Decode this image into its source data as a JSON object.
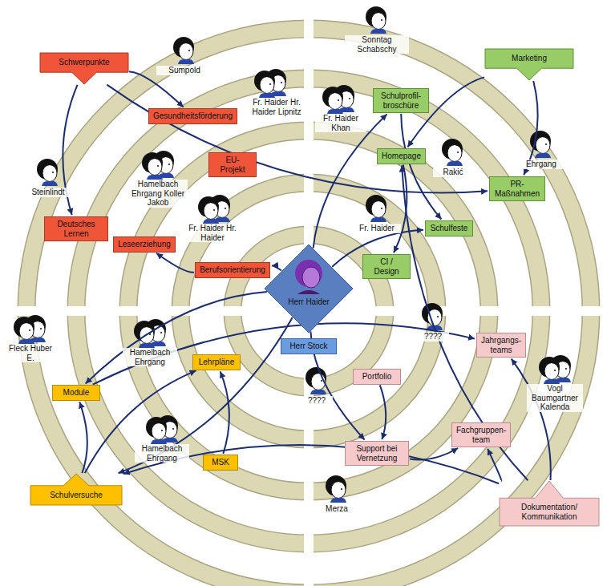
{
  "diagram": {
    "nodes": [
      {
        "text": [
          "Schwerpunkte"
        ]
      },
      {
        "text": [
          "Gesundheitsförderung"
        ]
      },
      {
        "text": [
          "EU-Projekt"
        ]
      },
      {
        "text": [
          "Deutsches Lernen"
        ]
      },
      {
        "text": [
          "Leseerziehung"
        ]
      },
      {
        "text": [
          "Berufsorientierung"
        ]
      },
      {
        "text": [
          "Marketing"
        ]
      },
      {
        "text": [
          "Schulprofil-broschüre"
        ]
      },
      {
        "text": [
          "Homepage"
        ]
      },
      {
        "text": [
          "PR-Maßnahmen"
        ]
      },
      {
        "text": [
          "Schulfeste"
        ]
      },
      {
        "text": [
          "CI / Design"
        ]
      },
      {
        "text": [
          "Herr Haider"
        ]
      },
      {
        "text": [
          "Herr Stock"
        ]
      },
      {
        "text": [
          "Module"
        ]
      },
      {
        "text": [
          "Lehrpläne"
        ]
      },
      {
        "text": [
          "MSK"
        ]
      },
      {
        "text": [
          "Schulversuche"
        ]
      },
      {
        "text": [
          "Portfolio"
        ]
      },
      {
        "text": [
          "Jahrgangs-teams"
        ]
      },
      {
        "text": [
          "Support bei Vernetzung"
        ]
      },
      {
        "text": [
          "Fachgruppen-team"
        ]
      },
      {
        "text": [
          "Dokumentation/ Kommunikation"
        ]
      }
    ],
    "edges": [
      {
        "from": 0,
        "to": 3,
        "arrow": "to"
      },
      {
        "from": 0,
        "to": 1,
        "arrow": "to"
      },
      {
        "from": 0,
        "to": 9,
        "arrow": "to"
      },
      {
        "from": 5,
        "to": 4,
        "arrow": "to"
      },
      {
        "from": 12,
        "to": 5,
        "arrow": "to"
      },
      {
        "from": 12,
        "to": 7,
        "arrow": "to"
      },
      {
        "from": 12,
        "to": 14,
        "arrow": "to"
      },
      {
        "from": 12,
        "to": 17,
        "arrow": "to"
      },
      {
        "from": 12,
        "to": 20,
        "arrow": "to"
      },
      {
        "from": 12,
        "to": 10,
        "arrow": "to"
      },
      {
        "from": 6,
        "to": 8,
        "arrow": "to"
      },
      {
        "from": 6,
        "to": 9,
        "arrow": "to"
      },
      {
        "from": 7,
        "to": 10,
        "arrow": "to"
      },
      {
        "from": 8,
        "to": 11,
        "arrow": "to"
      },
      {
        "from": 22,
        "to": 19,
        "arrow": "to"
      },
      {
        "from": 22,
        "to": 21,
        "arrow": "to"
      },
      {
        "from": 22,
        "to": 17,
        "arrow": "to"
      },
      {
        "from": 22,
        "to": 8,
        "arrow": "to"
      },
      {
        "from": 17,
        "to": 14,
        "arrow": "to"
      },
      {
        "from": 17,
        "to": 15,
        "arrow": "to"
      },
      {
        "from": 16,
        "to": 15,
        "arrow": "to"
      },
      {
        "from": 18,
        "to": 20,
        "arrow": "to"
      },
      {
        "from": 20,
        "to": 21,
        "arrow": "to"
      },
      {
        "from": 14,
        "to": 19,
        "arrow": "to"
      }
    ],
    "labels": [
      "Sumpold",
      "Sonntag Schabschy",
      "Fr. Haider Hr. Haider Lipnitz",
      "Fr. Haider Khan",
      "Steinlindt",
      "Hamelbach Ehrgang Koller Jakob",
      "Ehrgang",
      "Rakić",
      "Fr. Haider Hr. Haider",
      "Fr. Haider",
      "Fleck Huber E.",
      "Hamelbach Ehrgang",
      "????",
      "Vogl Baumgartner Kalenda",
      "????",
      "Hamelbach Ehrgang",
      "Merza"
    ]
  }
}
